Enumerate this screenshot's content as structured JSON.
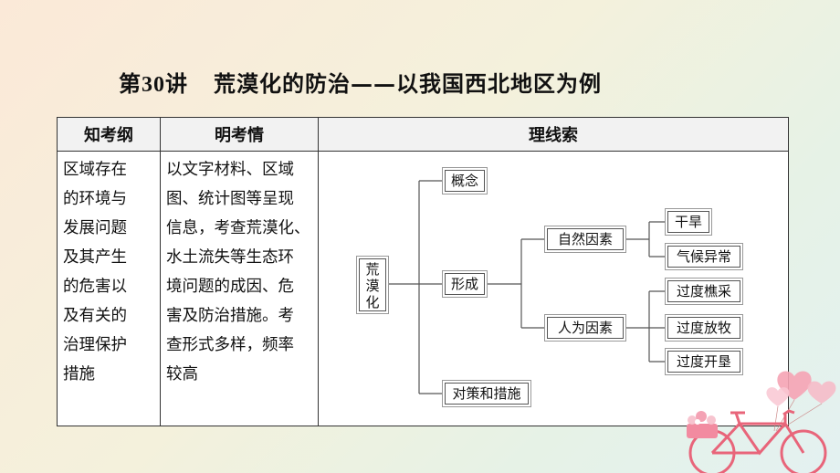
{
  "title": {
    "prefix": "第",
    "number": "30",
    "lecture": "讲",
    "topic": "荒漠化的防治——以我国西北地区为例"
  },
  "table": {
    "headers": [
      "知考纲",
      "明考情",
      "理线索"
    ],
    "col1_lines": [
      "区域存在",
      "的环境与",
      "发展问题",
      "及其产生",
      "的危害以",
      "及有关的",
      "治理保护",
      "措施"
    ],
    "col2_lines": [
      "以文字材料、区域",
      "图、统计图等呈现",
      "信息，考查荒漠化、",
      "水土流失等生态环",
      "境问题的成因、危",
      "害及防治措施。考",
      "查形式多样，频率",
      "较高"
    ]
  },
  "mindmap": {
    "root": "荒漠化",
    "level1": [
      "概念",
      "形成",
      "对策和措施"
    ],
    "level2": [
      "自然因素",
      "人为因素"
    ],
    "natural_factors": [
      "干旱",
      "气候异常"
    ],
    "human_factors": [
      "过度樵采",
      "过度放牧",
      "过度开垦"
    ]
  },
  "colors": {
    "line": "#555555",
    "bicycle": "#e8657a",
    "heart": "#f5a3b4"
  }
}
